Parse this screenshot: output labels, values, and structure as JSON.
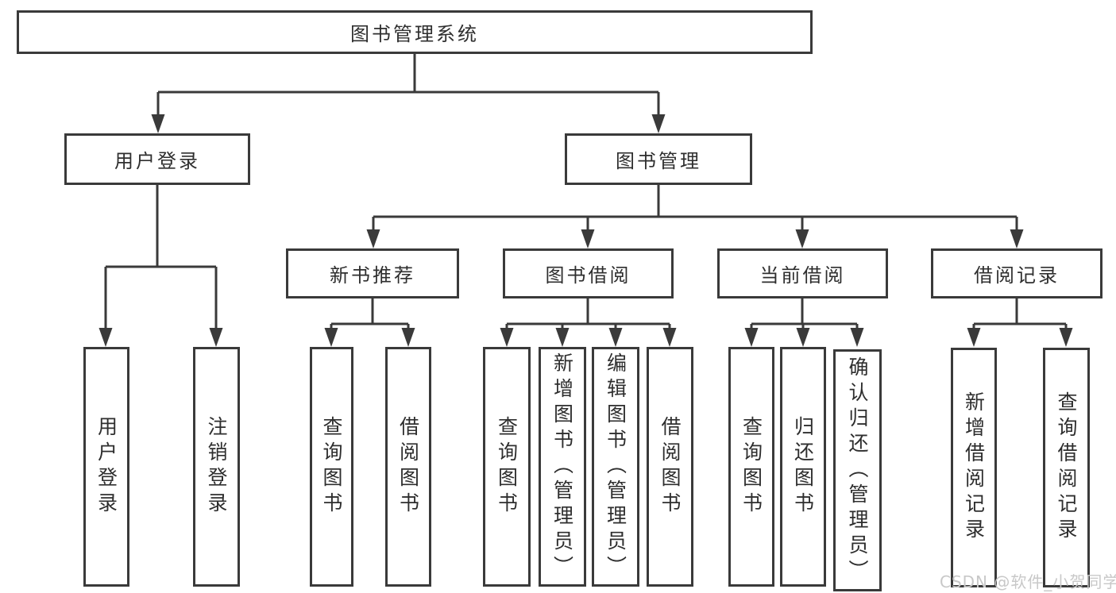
{
  "tree": {
    "label": "图书管理系统",
    "children": [
      {
        "label": "用户登录",
        "children": [
          {
            "label": "用户登录"
          },
          {
            "label": "注销登录"
          }
        ]
      },
      {
        "label": "图书管理",
        "children": [
          {
            "label": "新书推荐",
            "children": [
              {
                "label": "查询图书"
              },
              {
                "label": "借阅图书"
              }
            ]
          },
          {
            "label": "图书借阅",
            "children": [
              {
                "label": "查询图书"
              },
              {
                "label": "新增图书（管理员）"
              },
              {
                "label": "编辑图书（管理员）"
              },
              {
                "label": "借阅图书"
              }
            ]
          },
          {
            "label": "当前借阅",
            "children": [
              {
                "label": "查询图书"
              },
              {
                "label": "归还图书"
              },
              {
                "label": "确认归还（管理员）"
              }
            ]
          },
          {
            "label": "借阅记录",
            "children": [
              {
                "label": "新增借阅记录"
              },
              {
                "label": "查询借阅记录"
              }
            ]
          }
        ]
      }
    ]
  },
  "watermark": "CSDN @软件_小贺同学",
  "colors": {
    "line": "#3a3a3a",
    "text": "#2e2e2e",
    "background": "#ffffff",
    "watermark": "#c8c8c8"
  }
}
